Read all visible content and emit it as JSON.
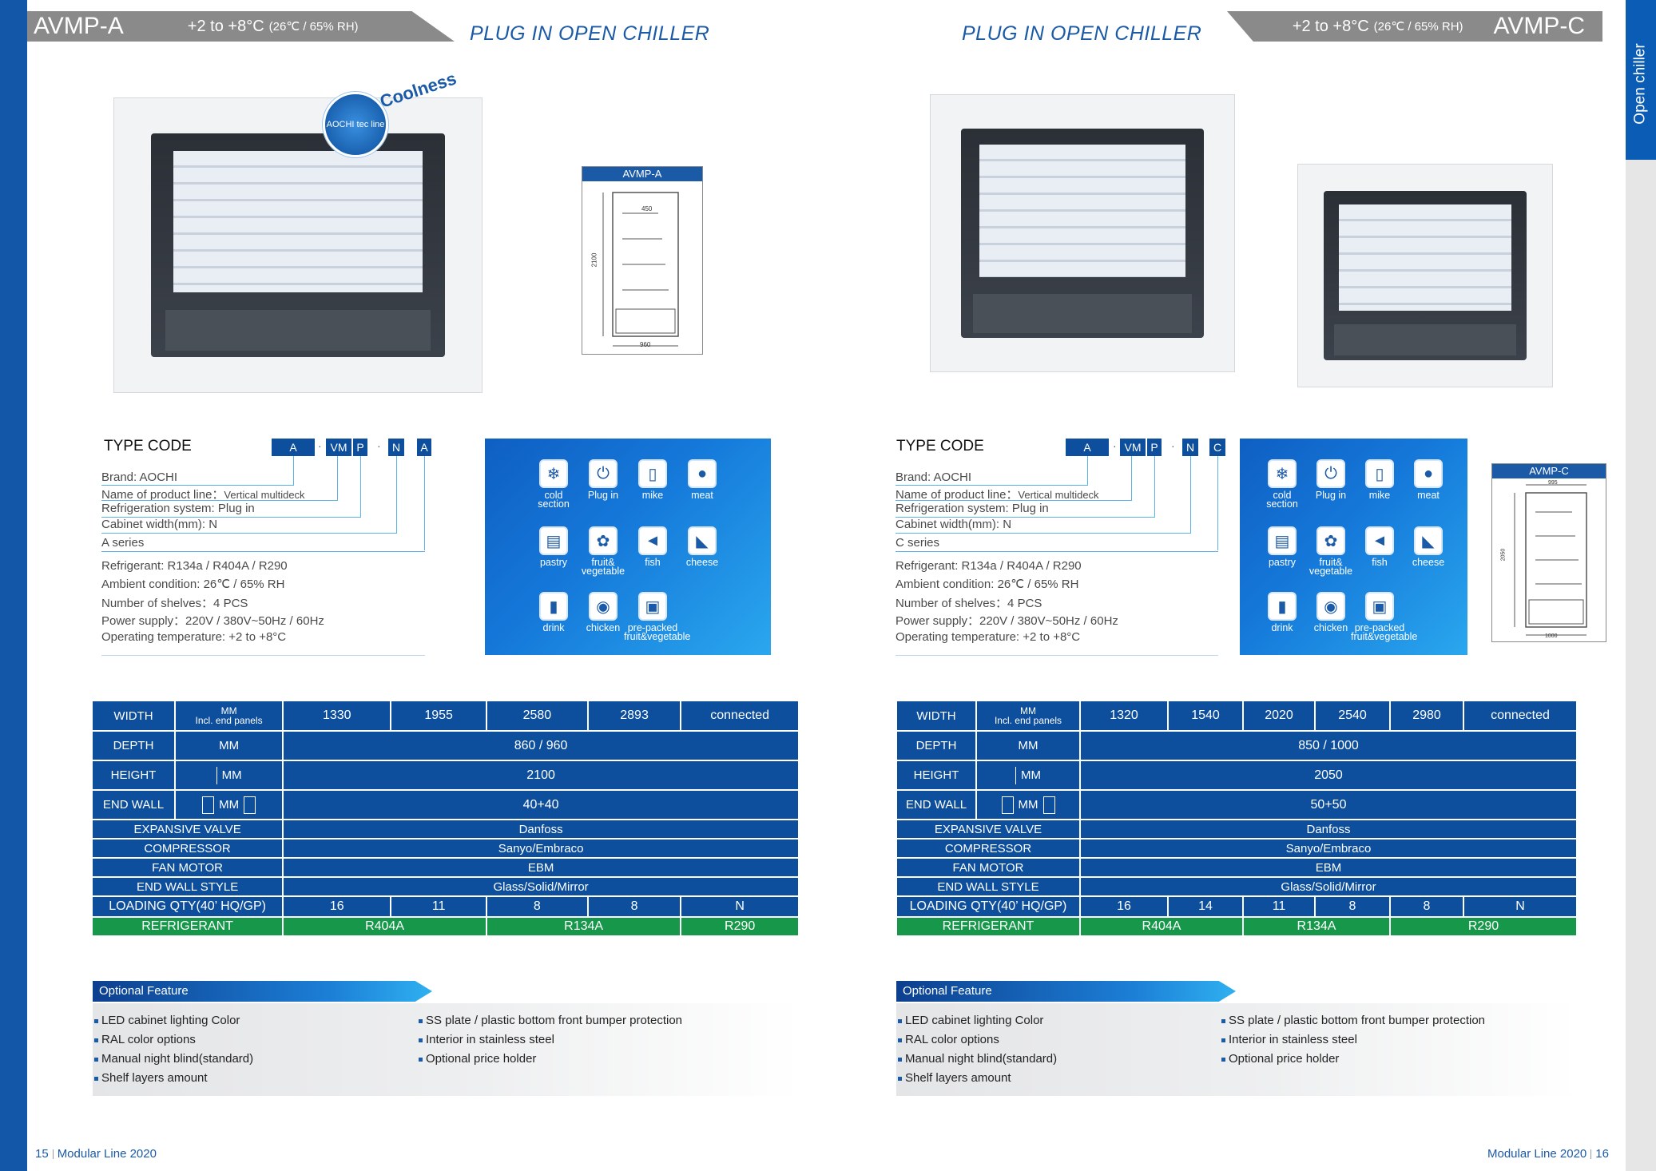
{
  "spine": {
    "label": "Open chiller"
  },
  "left": {
    "model": "AVMP-A",
    "temp": "+2 to +8°C",
    "temp_note": "(26℃ / 65% RH)",
    "section_title": "PLUG IN OPEN CHILLER",
    "badge": {
      "text": "AOCHI tec line",
      "tagline": "Coolness"
    },
    "drawing": {
      "title": "AVMP-A",
      "dim_top": "450",
      "dim_height": "2100",
      "dim_width": "960"
    },
    "type_code": {
      "label": "TYPE CODE",
      "boxes": [
        "A",
        "VM",
        "P",
        "N",
        "A"
      ],
      "lines": [
        "Brand: AOCHI",
        "Name of product line：",
        "Refrigeration system: Plug in",
        "Cabinet width(mm): N",
        "A series"
      ],
      "product_line_value": "Vertical multideck"
    },
    "specs": [
      "Refrigerant: R134a / R404A / R290",
      "Ambient condition: 26℃ / 65% RH",
      "Number of shelves：4 PCS",
      "Power supply：220V / 380V~50Hz / 60Hz",
      "Operating temperature: +2 to +8°C"
    ],
    "icons": [
      {
        "name": "snowflake-icon",
        "glyph": "❄",
        "label": [
          "cold",
          "section"
        ]
      },
      {
        "name": "plug-icon",
        "glyph": "⏻",
        "label": [
          "Plug in"
        ]
      },
      {
        "name": "milk-icon",
        "glyph": "▯",
        "label": [
          "mike"
        ]
      },
      {
        "name": "meat-icon",
        "glyph": "●",
        "label": [
          "meat"
        ]
      },
      {
        "name": "cake-icon",
        "glyph": "▤",
        "label": [
          "pastry"
        ]
      },
      {
        "name": "fruit-icon",
        "glyph": "✿",
        "label": [
          "fruit&",
          "vegetable"
        ]
      },
      {
        "name": "fish-icon",
        "glyph": "◄",
        "label": [
          "fish"
        ]
      },
      {
        "name": "cheese-icon",
        "glyph": "◣",
        "label": [
          "cheese"
        ]
      },
      {
        "name": "bottle-icon",
        "glyph": "▮",
        "label": [
          "drink"
        ]
      },
      {
        "name": "chicken-icon",
        "glyph": "◉",
        "label": [
          "chicken"
        ]
      },
      {
        "name": "package-icon",
        "glyph": "▣",
        "label": [
          "pre-packed",
          "fruit&vegetable"
        ]
      }
    ],
    "table": {
      "width_label": "WIDTH",
      "mm": "MM",
      "incl": "Incl. end panels",
      "widths": [
        "1330",
        "1955",
        "2580",
        "2893",
        "connected"
      ],
      "depth_label": "DEPTH",
      "depth": "860 / 960",
      "height_label": "HEIGHT",
      "height": "2100",
      "endwall_label": "END WALL",
      "endwall": "40+40",
      "exp_label": "EXPANSIVE VALVE",
      "exp": "Danfoss",
      "comp_label": "COMPRESSOR",
      "comp": "Sanyo/Embraco",
      "fan_label": "FAN MOTOR",
      "fan": "EBM",
      "style_label": "END WALL STYLE",
      "style": "Glass/Solid/Mirror",
      "load_label": "LOADING QTY(40’ HQ/GP)",
      "loads": [
        "16",
        "11",
        "8",
        "8",
        "N"
      ],
      "ref_label": "REFRIGERANT",
      "refs": [
        "R404A",
        "R134A",
        "R290"
      ]
    },
    "optional": {
      "title": "Optional Feature",
      "col1": [
        "LED cabinet lighting Color",
        "RAL color options",
        "Manual night blind(standard)",
        "Shelf layers amount"
      ],
      "col2": [
        "SS plate / plastic bottom front bumper protection",
        "Interior in stainless steel",
        "Optional price holder"
      ]
    },
    "footer": {
      "page": "15",
      "text": "Modular Line 2020"
    }
  },
  "right": {
    "model": "AVMP-C",
    "temp": "+2 to +8°C",
    "temp_note": "(26℃ / 65% RH)",
    "section_title": "PLUG IN OPEN CHILLER",
    "drawing": {
      "title": "AVMP-C",
      "dim_top": "995",
      "dim_height": "2050",
      "dim_width": "1000"
    },
    "type_code": {
      "label": "TYPE CODE",
      "boxes": [
        "A",
        "VM",
        "P",
        "N",
        "C"
      ],
      "lines": [
        "Brand: AOCHI",
        "Name of product line：",
        "Refrigeration system: Plug in",
        "Cabinet width(mm): N",
        "C series"
      ],
      "product_line_value": "Vertical multideck"
    },
    "specs": [
      "Refrigerant: R134a / R404A / R290",
      "Ambient condition: 26℃ / 65% RH",
      "Number of shelves：4 PCS",
      "Power supply：220V / 380V~50Hz / 60Hz",
      "Operating temperature: +2 to +8°C"
    ],
    "table": {
      "width_label": "WIDTH",
      "mm": "MM",
      "incl": "Incl. end panels",
      "widths": [
        "1320",
        "1540",
        "2020",
        "2540",
        "2980",
        "connected"
      ],
      "depth_label": "DEPTH",
      "depth": "850 / 1000",
      "height_label": "HEIGHT",
      "height": "2050",
      "endwall_label": "END WALL",
      "endwall": "50+50",
      "exp_label": "EXPANSIVE VALVE",
      "exp": "Danfoss",
      "comp_label": "COMPRESSOR",
      "comp": "Sanyo/Embraco",
      "fan_label": "FAN MOTOR",
      "fan": "EBM",
      "style_label": "END WALL STYLE",
      "style": "Glass/Solid/Mirror",
      "load_label": "LOADING QTY(40’ HQ/GP)",
      "loads": [
        "16",
        "14",
        "11",
        "8",
        "8",
        "N"
      ],
      "ref_label": "REFRIGERANT",
      "refs": [
        "R404A",
        "R134A",
        "R290"
      ]
    },
    "optional": {
      "title": "Optional Feature",
      "col1": [
        "LED cabinet lighting Color",
        "RAL color options",
        "Manual night blind(standard)",
        "Shelf layers amount"
      ],
      "col2": [
        "SS plate / plastic bottom front bumper protection",
        "Interior in stainless steel",
        "Optional price holder"
      ]
    },
    "footer": {
      "page": "16",
      "text": "Modular Line 2020"
    }
  }
}
